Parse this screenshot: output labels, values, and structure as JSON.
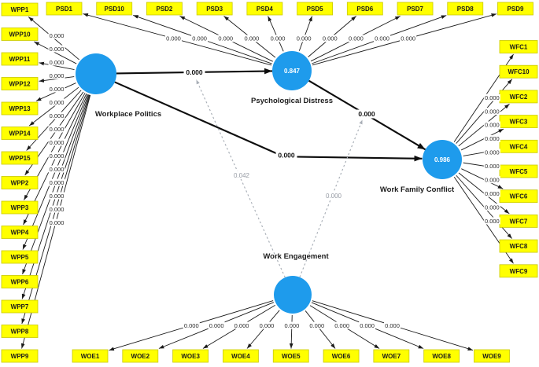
{
  "model": {
    "constructs": [
      {
        "id": "workplace_politics",
        "label": "Workplace Politics",
        "value": ""
      },
      {
        "id": "psychological_distress",
        "label": "Psychological Distress",
        "value": "0.847"
      },
      {
        "id": "work_family_conflict",
        "label": "Work Family Conflict",
        "value": "0.986"
      },
      {
        "id": "work_engagement",
        "label": "Work Engagement",
        "value": ""
      }
    ],
    "indicator_groups": [
      {
        "construct": "workplace_politics",
        "side": "left",
        "items": [
          {
            "name": "WPP1",
            "loading": "0.000"
          },
          {
            "name": "WPP10",
            "loading": "0.000"
          },
          {
            "name": "WPP11",
            "loading": "0.000"
          },
          {
            "name": "WPP12",
            "loading": "0.000"
          },
          {
            "name": "WPP13",
            "loading": "0.000"
          },
          {
            "name": "WPP14",
            "loading": "0.000"
          },
          {
            "name": "WPP15",
            "loading": "0.000"
          },
          {
            "name": "WPP2",
            "loading": "0.000"
          },
          {
            "name": "WPP3",
            "loading": "0.000"
          },
          {
            "name": "WPP4",
            "loading": "0.000"
          },
          {
            "name": "WPP5",
            "loading": "0.000"
          },
          {
            "name": "WPP6",
            "loading": "0.000"
          },
          {
            "name": "WPP7",
            "loading": "0.000"
          },
          {
            "name": "WPP8",
            "loading": "0.000"
          },
          {
            "name": "WPP9",
            "loading": "0.000"
          }
        ]
      },
      {
        "construct": "psychological_distress",
        "side": "top",
        "items": [
          {
            "name": "PSD1",
            "loading": "0.000"
          },
          {
            "name": "PSD10",
            "loading": "0.000"
          },
          {
            "name": "PSD2",
            "loading": "0.000"
          },
          {
            "name": "PSD3",
            "loading": "0.000"
          },
          {
            "name": "PSD4",
            "loading": "0.000"
          },
          {
            "name": "PSD5",
            "loading": "0.000"
          },
          {
            "name": "PSD6",
            "loading": "0.000"
          },
          {
            "name": "PSD7",
            "loading": "0.000"
          },
          {
            "name": "PSD8",
            "loading": "0.000"
          },
          {
            "name": "PSD9",
            "loading": "0.000"
          }
        ]
      },
      {
        "construct": "work_family_conflict",
        "side": "right",
        "items": [
          {
            "name": "WFC1",
            "loading": "0.000"
          },
          {
            "name": "WFC10",
            "loading": "0.000"
          },
          {
            "name": "WFC2",
            "loading": "0.000"
          },
          {
            "name": "WFC3",
            "loading": "0.000"
          },
          {
            "name": "WFC4",
            "loading": "0.000"
          },
          {
            "name": "WFC5",
            "loading": "0.000"
          },
          {
            "name": "WFC6",
            "loading": "0.000"
          },
          {
            "name": "WFC7",
            "loading": "0.000"
          },
          {
            "name": "WFC8",
            "loading": "0.000"
          },
          {
            "name": "WFC9",
            "loading": "0.000"
          }
        ]
      },
      {
        "construct": "work_engagement",
        "side": "bottom",
        "items": [
          {
            "name": "WOE1",
            "loading": "0.000"
          },
          {
            "name": "WOE2",
            "loading": "0.000"
          },
          {
            "name": "WOE3",
            "loading": "0.000"
          },
          {
            "name": "WOE4",
            "loading": "0.000"
          },
          {
            "name": "WOE5",
            "loading": "0.000"
          },
          {
            "name": "WOE6",
            "loading": "0.000"
          },
          {
            "name": "WOE7",
            "loading": "0.000"
          },
          {
            "name": "WOE8",
            "loading": "0.000"
          },
          {
            "name": "WOE9",
            "loading": "0.000"
          }
        ]
      }
    ],
    "paths": [
      {
        "id": "wpp_to_psd",
        "from": "Workplace Politics",
        "to": "Psychological Distress",
        "coefficient": "0.000",
        "style": "solid"
      },
      {
        "id": "wpp_to_wfc",
        "from": "Workplace Politics",
        "to": "Work Family Conflict",
        "coefficient": "0.000",
        "style": "solid"
      },
      {
        "id": "psd_to_wfc",
        "from": "Psychological Distress",
        "to": "Work Family Conflict",
        "coefficient": "0.000",
        "style": "solid"
      },
      {
        "id": "woe_mod_wpp_psd",
        "from": "Work Engagement",
        "to": "Workplace Politics -> Psychological Distress",
        "coefficient": "0.042",
        "style": "dashed"
      },
      {
        "id": "woe_mod_psd_wfc",
        "from": "Work Engagement",
        "to": "Psychological Distress -> Work Family Conflict",
        "coefficient": "0.000",
        "style": "dashed"
      }
    ],
    "colors": {
      "indicator_fill": "#ffff00",
      "indicator_border": "#c9c900",
      "construct_fill": "#1e9bec",
      "edge": "#1a1a1a",
      "path": "#0d0d0d",
      "moderation": "#a8aeb6",
      "moderation_text": "#959aa3",
      "background": "#ffffff"
    }
  }
}
